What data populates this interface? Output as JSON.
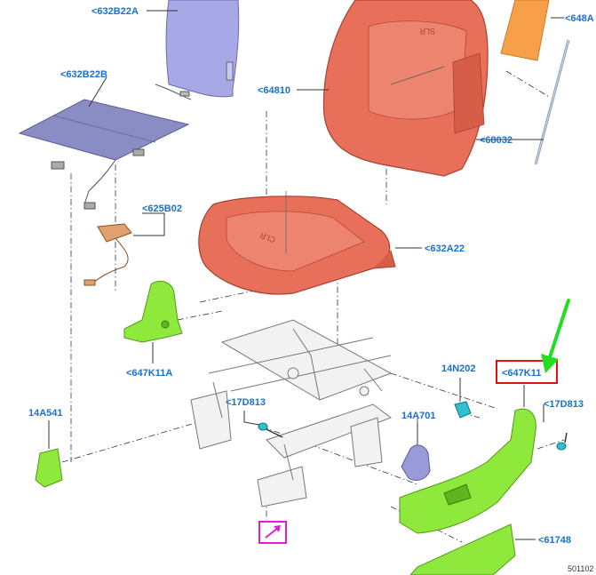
{
  "colors": {
    "label": "#1a6fd1",
    "foam": "#e8705a",
    "foam_dark": "#c9503c",
    "pad": "#f7a049",
    "cover": "#a8a8e6",
    "mat": "#8a8cc4",
    "trim": "#8fe83c",
    "trim_dark": "#5fb51e",
    "highlight_box": "#e01010",
    "arrow": "#22dd22",
    "callout_box": "#e020c8",
    "motor": "#9a9ad8",
    "clip": "#30c0d0"
  },
  "labels": {
    "l632B22A": "<632B22A",
    "l648": "<648A",
    "l632B22B": "<632B22B",
    "l64810": "<64810",
    "l68032": "<68032",
    "l625B02": "<625B02",
    "l632A22": "<632A22",
    "l647K11A": "<647K11A",
    "l14N202": "14N202",
    "l647K11": "<647K11",
    "l14A541": "14A541",
    "l17D813a": "<17D813",
    "l14A701": "14A701",
    "l17D813b": "<17D813",
    "l61748": "<61748",
    "code": "501102"
  },
  "foam_marks": {
    "back": "SLR",
    "cushion": "CLR"
  },
  "icons": {
    "callout": "view-arrow-icon",
    "pointer": "green-pointer-arrow-icon"
  }
}
